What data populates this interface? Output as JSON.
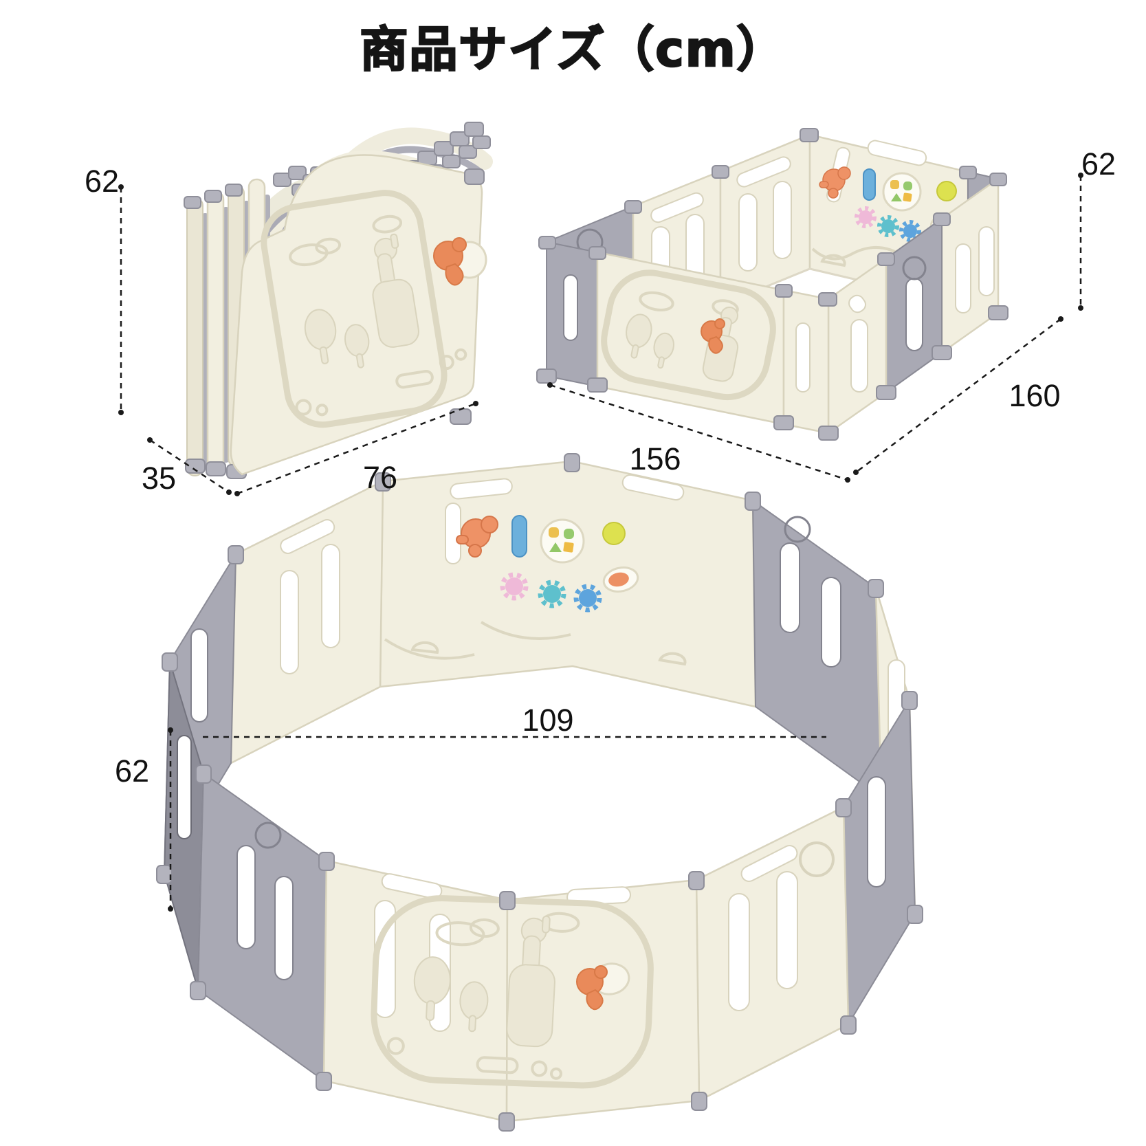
{
  "title": "商品サイズ（cm）",
  "unit": "cm",
  "views": {
    "folded": {
      "height": "62",
      "depth": "35",
      "width": "76"
    },
    "rectangular": {
      "height": "62",
      "width": "156",
      "depth": "160"
    },
    "circular": {
      "diameter": "109",
      "height": "62"
    }
  },
  "colors": {
    "background": "#ffffff",
    "panel_cream": "#f2efe0",
    "panel_cream_shade": "#eae6d4",
    "panel_gray": "#a9a9b4",
    "panel_gray_dark": "#8d8d98",
    "connector_gray": "#b3b3bd",
    "emboss_line": "#dcd7c1",
    "lock_fish_orange": "#e98a5a",
    "toy_elephant_orange": "#ee9266",
    "toy_slider_blue": "#6cb0dc",
    "toy_button_yellow": "#ecc04f",
    "toy_button_green": "#96ca6d",
    "toy_spinner_yellow_green": "#dde14f",
    "toy_gear_pink": "#efb9d8",
    "toy_gear_teal": "#5ec0cd",
    "toy_gear_blue": "#5da4dd",
    "toy_ball_orange": "#ec9064",
    "dimension_line": "#1a1a1a"
  }
}
